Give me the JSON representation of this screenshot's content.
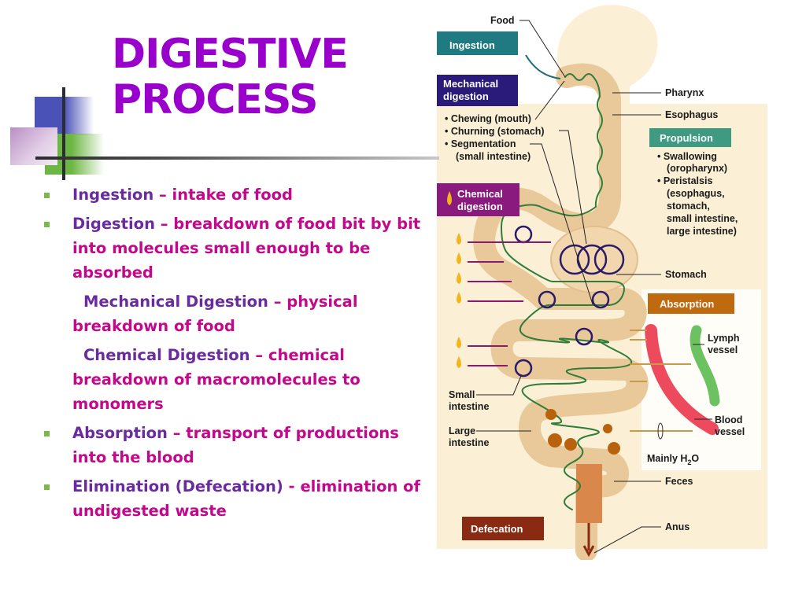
{
  "slide": {
    "title_lines": [
      "DIGESTIVE",
      "PROCESS"
    ],
    "bullets": [
      {
        "type": "bullet",
        "term": "Ingestion",
        "separator": " – ",
        "definition": "intake of food"
      },
      {
        "type": "bullet",
        "term": "Digestion",
        "separator": " – ",
        "definition": "breakdown of food bit by bit into molecules small enough to be absorbed"
      },
      {
        "type": "sub",
        "term": "Mechanical Digestion",
        "separator": " – ",
        "definition": "physical breakdown of food"
      },
      {
        "type": "sub",
        "term": "Chemical Digestion",
        "separator": " – ",
        "definition": "chemical breakdown of macromolecules to monomers"
      },
      {
        "type": "bullet",
        "term": "Absorption",
        "separator": " – ",
        "definition": "transport of productions into the blood"
      },
      {
        "type": "bullet",
        "term": "Elimination (Defecation)",
        "separator": "  - ",
        "definition": "elimination of undigested waste"
      }
    ],
    "colors": {
      "title": "#9900cc",
      "term": "#6a2b9e",
      "definition": "#c4088c",
      "bullet_marker": "#7cb84a"
    }
  },
  "diagram": {
    "process_boxes": {
      "ingestion": {
        "label": "Ingestion",
        "color": "#1f7a82"
      },
      "mechanical": {
        "label_lines": [
          "Mechanical",
          "digestion"
        ],
        "color": "#2a1a7a"
      },
      "chemical": {
        "label_lines": [
          "Chemical",
          "digestion"
        ],
        "color": "#8b1a7e"
      },
      "propulsion": {
        "label": "Propulsion",
        "color": "#3f9a82"
      },
      "absorption": {
        "label": "Absorption",
        "color": "#c06a10"
      },
      "defecation": {
        "label": "Defecation",
        "color": "#8a2a12"
      }
    },
    "mechanical_list": [
      "• Chewing (mouth)",
      "• Churning (stomach)",
      "• Segmentation",
      "(small intestine)"
    ],
    "propulsion_list": [
      "• Swallowing",
      "(oropharynx)",
      "• Peristalsis",
      "(esophagus,",
      "stomach,",
      "small intestine,",
      "large intestine)"
    ],
    "anatomy_labels": {
      "food": "Food",
      "pharynx": "Pharynx",
      "esophagus": "Esophagus",
      "stomach": "Stomach",
      "lymph_vessel": [
        "Lymph",
        "vessel"
      ],
      "blood_vessel": [
        "Blood",
        "vessel"
      ],
      "small_intestine": [
        "Small",
        "intestine"
      ],
      "large_intestine": [
        "Large",
        "intestine"
      ],
      "mainly_h2o": "Mainly H",
      "h2o_sub": "2",
      "h2o_o": "O",
      "feces": "Feces",
      "anus": "Anus"
    }
  }
}
